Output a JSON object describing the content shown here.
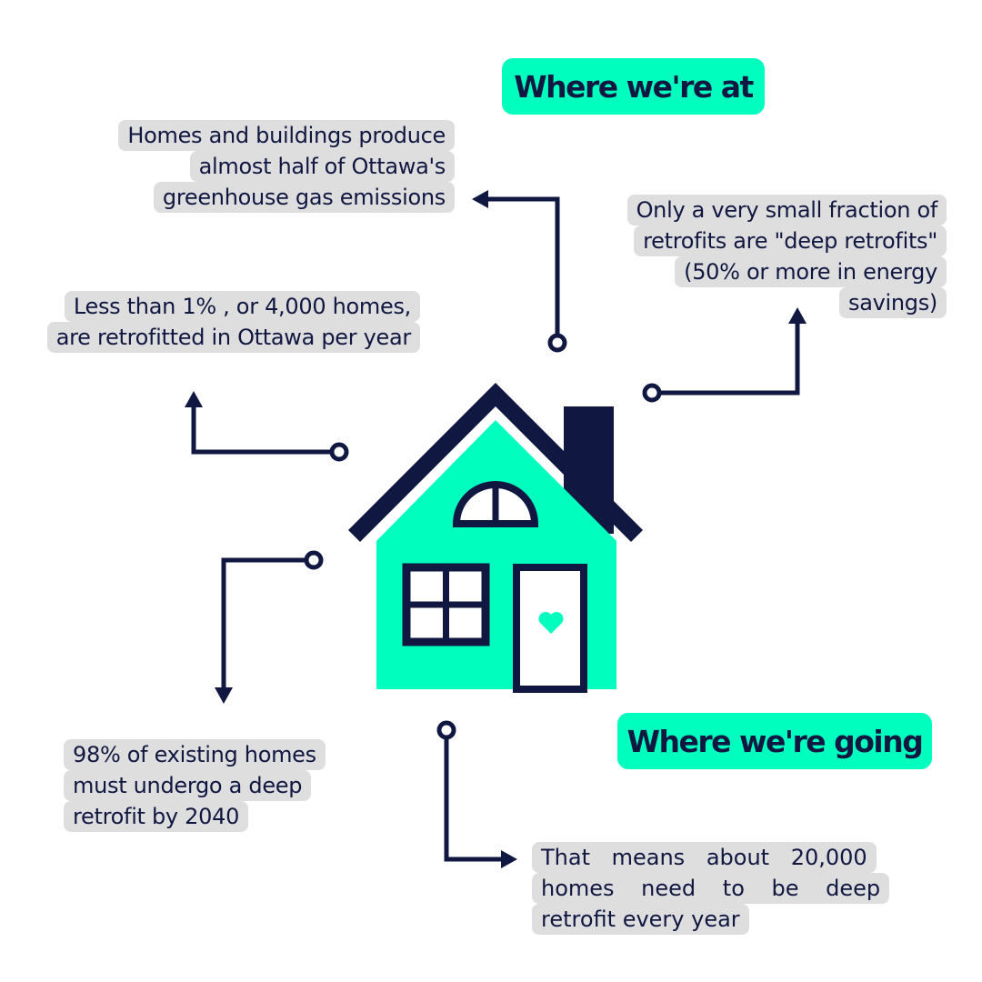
{
  "headings": {
    "where_at": "Where we're at",
    "where_going": "Where we're going"
  },
  "notes": {
    "emissions": [
      "Homes and buildings produce",
      "almost half of Ottawa's",
      "greenhouse gas emissions"
    ],
    "deep_fraction": [
      "Only a very small fraction of",
      "retrofits are \"deep retrofits\"",
      "(50% or more in energy",
      "savings)"
    ],
    "current_rate": [
      "Less than 1% , or 4,000 homes,",
      "are retrofitted in Ottawa per year"
    ],
    "target_2040": [
      "98% of existing homes",
      "must undergo a deep",
      "retrofit by 2040"
    ],
    "annual_need": [
      "That means about 20,000",
      "homes need to be deep",
      "retrofit every year"
    ]
  },
  "colors": {
    "navy": "#101842",
    "mint": "#00ffbf",
    "bubble_gray": "#dedede"
  },
  "icons": [
    "house-icon",
    "heart-icon",
    "arrow-icon"
  ]
}
